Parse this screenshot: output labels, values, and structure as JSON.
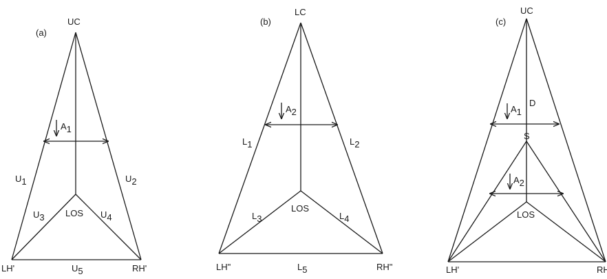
{
  "panels": [
    {
      "id": "a",
      "tag": "(a)",
      "labels": {
        "apex": "UC",
        "left_corner": "LH'",
        "right_corner": "RH'",
        "center": "LOS",
        "left_outer": {
          "base": "U",
          "sub": "1"
        },
        "right_outer": {
          "base": "U",
          "sub": "2"
        },
        "left_inner": {
          "base": "U",
          "sub": "3"
        },
        "right_inner": {
          "base": "U",
          "sub": "4"
        },
        "bottom": {
          "base": "U",
          "sub": "5"
        },
        "width": {
          "base": "A",
          "sub": "1"
        }
      }
    },
    {
      "id": "b",
      "tag": "(b)",
      "labels": {
        "apex": "LC",
        "left_corner": "LH\"",
        "right_corner": "RH\"",
        "center": "LOS",
        "left_outer": {
          "base": "L",
          "sub": "1"
        },
        "right_outer": {
          "base": "L",
          "sub": "2"
        },
        "left_inner": {
          "base": "L",
          "sub": "3"
        },
        "right_inner": {
          "base": "L",
          "sub": "4"
        },
        "bottom": {
          "base": "L",
          "sub": "5"
        },
        "width": {
          "base": "A",
          "sub": "2"
        }
      }
    },
    {
      "id": "c",
      "tag": "(c)",
      "labels": {
        "apex": "UC",
        "left_corner": "LH'",
        "right_corner": "RH",
        "center": "LOS",
        "top_segment": "D",
        "inner_apex": "S",
        "width_upper": {
          "base": "A",
          "sub": "1"
        },
        "width_lower": {
          "base": "A",
          "sub": "2"
        }
      }
    }
  ]
}
